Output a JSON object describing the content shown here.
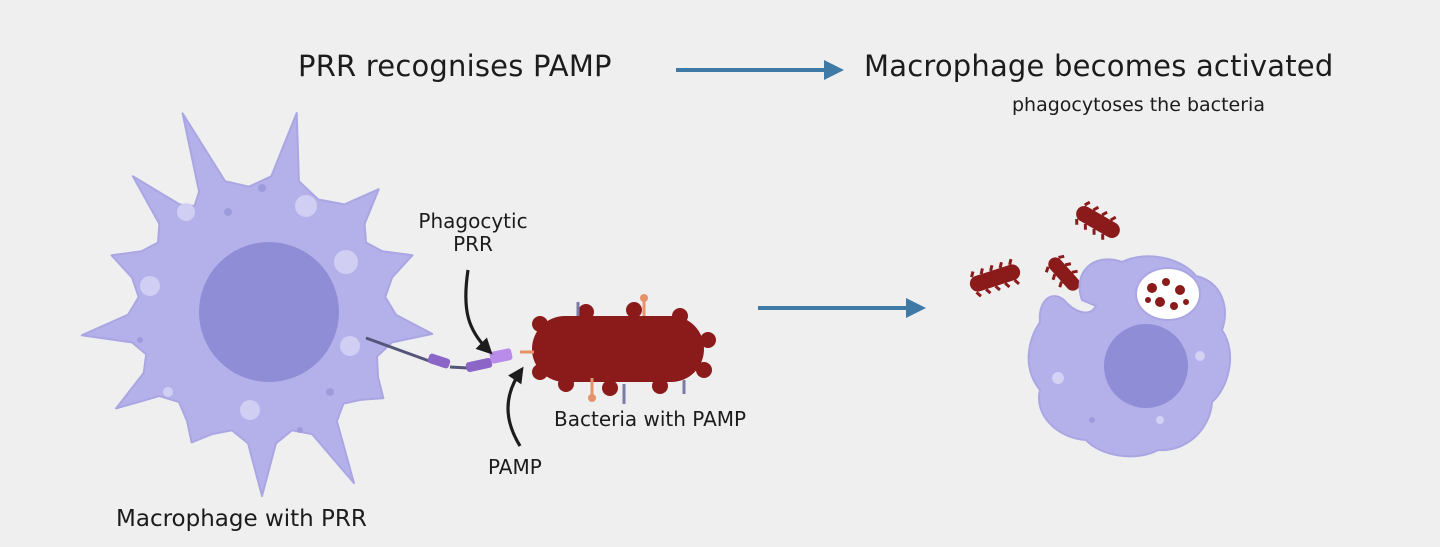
{
  "diagram": {
    "step_left_title": "PRR recognises PAMP",
    "step_right_title": "Macrophage becomes activated",
    "step_right_subtitle": "phagocytoses the bacteria",
    "label_phagocytic_prr_line1": "Phagocytic",
    "label_phagocytic_prr_line2": "PRR",
    "label_pamp": "PAMP",
    "label_bacteria": "Bacteria with PAMP",
    "label_macrophage": "Macrophage with PRR"
  },
  "colors": {
    "background": "#efefef",
    "macrophage_fill": "#b4b1ea",
    "nucleus_fill": "#8f8dd6",
    "bacteria_fill": "#8b1a1a",
    "arrow_blue": "#3f7aa6",
    "receptor_purple": "#8b66c7",
    "text": "#1c1c1c"
  }
}
